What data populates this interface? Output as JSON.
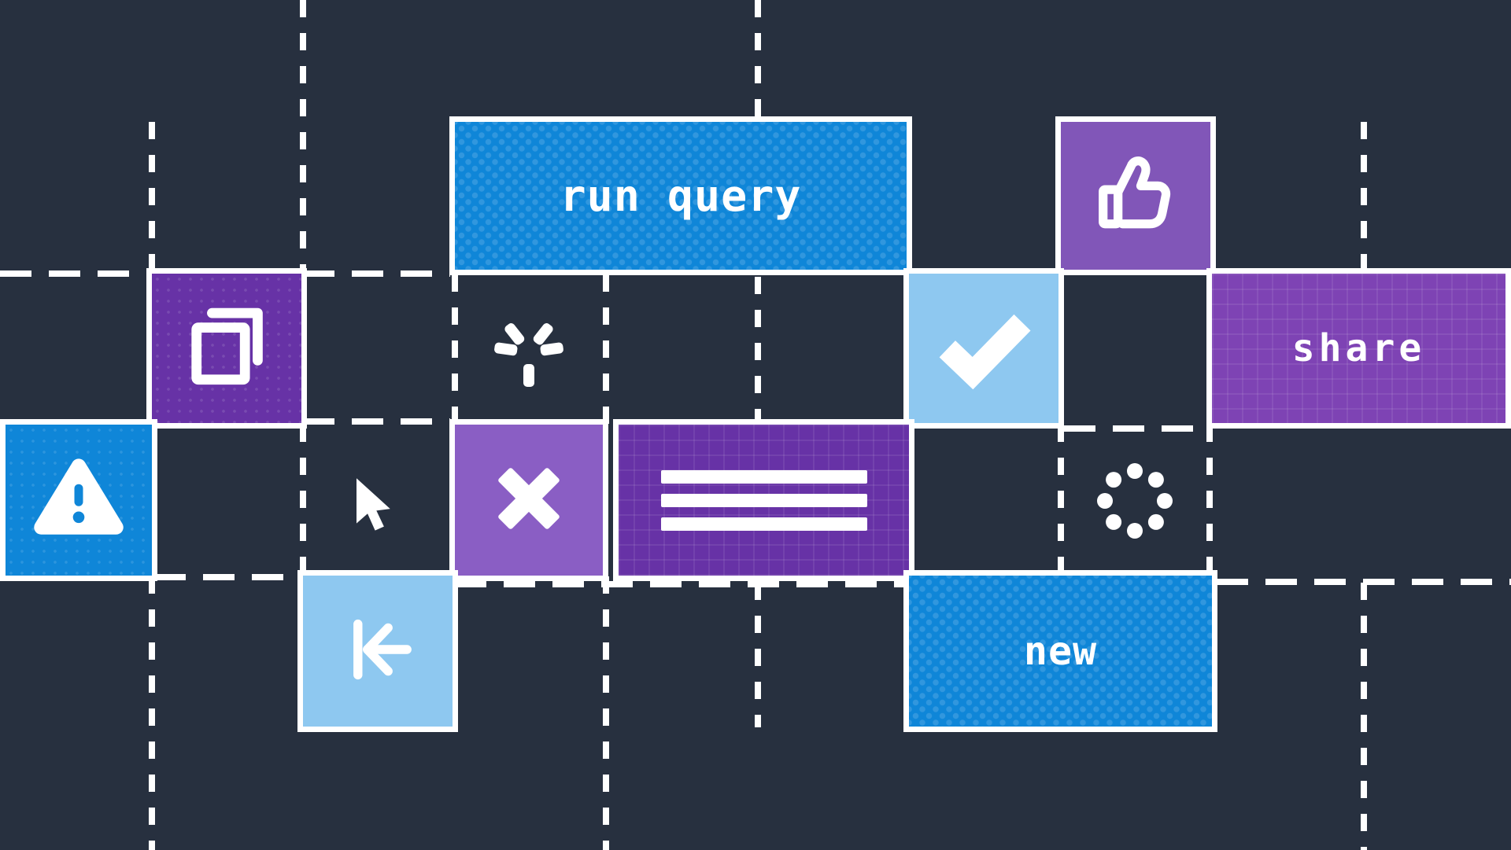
{
  "canvas": {
    "background_color": "#27303f",
    "grid_line_color": "#ffffff"
  },
  "buttons": {
    "run_query": {
      "label": "run query",
      "color": "#0f86d8",
      "text_color": "#ffffff",
      "pattern": "dots"
    },
    "thumbs_up": {
      "icon": "thumbs-up-icon",
      "color": "#8156b8"
    },
    "copy": {
      "icon": "copy-icon",
      "color": "#6732a6"
    },
    "check": {
      "icon": "checkmark-icon",
      "color": "#8ec8f0"
    },
    "share": {
      "label": "share",
      "color": "#7e43b4",
      "text_color": "#ffffff",
      "pattern": "grid"
    },
    "warning": {
      "icon": "warning-triangle-icon",
      "color": "#0f86d8"
    },
    "close": {
      "icon": "x-close-icon",
      "color": "#8a5ec4"
    },
    "menu": {
      "icon": "hamburger-menu-icon",
      "color": "#6732a6",
      "pattern": "grid"
    },
    "skip_to_start": {
      "icon": "skip-to-start-icon",
      "color": "#8ec8f0"
    },
    "new": {
      "label": "new",
      "color": "#0f86d8",
      "text_color": "#ffffff",
      "pattern": "dots"
    }
  },
  "floating_icons": {
    "sparkle": "sparkle-burst-icon",
    "cursor": "cursor-arrow-icon",
    "spinner": "loading-spinner-icon"
  }
}
